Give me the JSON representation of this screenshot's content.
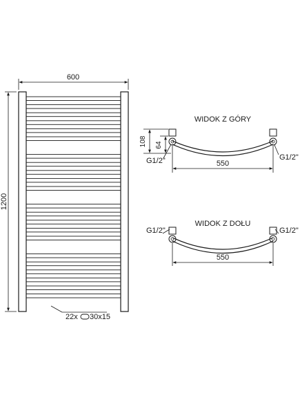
{
  "front_view": {
    "width_label": "600",
    "height_label": "1200",
    "tube_label": "22x",
    "profile_label": "30x15"
  },
  "top_view": {
    "title": "WIDOK Z GÓRY",
    "depth_label": "108",
    "offset_label": "64",
    "axis_label": "550",
    "connector_left": "G1/2\"",
    "connector_right": "G1/2\""
  },
  "bottom_view": {
    "title": "WIDOK Z DOŁU",
    "axis_label": "550",
    "connector_left": "G1/2\"",
    "connector_right": "G1/2\""
  },
  "colors": {
    "line": "#1a1a1a",
    "background": "#ffffff"
  }
}
